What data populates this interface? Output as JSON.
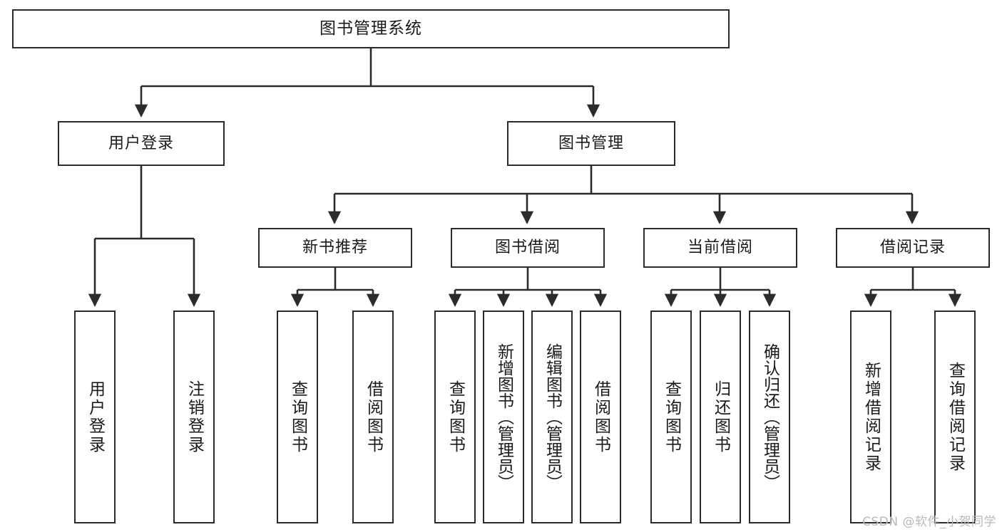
{
  "diagram": {
    "title": "图书管理系统",
    "type": "tree-hierarchy-functional-decomposition",
    "root": {
      "label": "图书管理系统"
    },
    "level2": [
      {
        "label": "用户登录"
      },
      {
        "label": "图书管理"
      }
    ],
    "level3": [
      {
        "label": "新书推荐"
      },
      {
        "label": "图书借阅"
      },
      {
        "label": "当前借阅"
      },
      {
        "label": "借阅记录"
      }
    ],
    "leaves": {
      "user_login": [
        {
          "label": "用户登录"
        },
        {
          "label": "注销登录"
        }
      ],
      "new_book_recommend": [
        {
          "label": "查询图书"
        },
        {
          "label": "借阅图书"
        }
      ],
      "book_borrow": [
        {
          "label": "查询图书"
        },
        {
          "label": "新增图书（管理员）"
        },
        {
          "label": "编辑图书（管理员）"
        },
        {
          "label": "借阅图书"
        }
      ],
      "current_borrow": [
        {
          "label": "查询图书"
        },
        {
          "label": "归还图书"
        },
        {
          "label": "确认归还（管理员）"
        }
      ],
      "borrow_record": [
        {
          "label": "新增借阅记录"
        },
        {
          "label": "查询借阅记录"
        }
      ]
    },
    "watermark": "CSDN @软件_小贺同学",
    "colors": {
      "stroke": "#2b2b2b",
      "fill": "#ffffff",
      "text": "#1a1a1a",
      "watermark": "#b9b9b9"
    }
  }
}
